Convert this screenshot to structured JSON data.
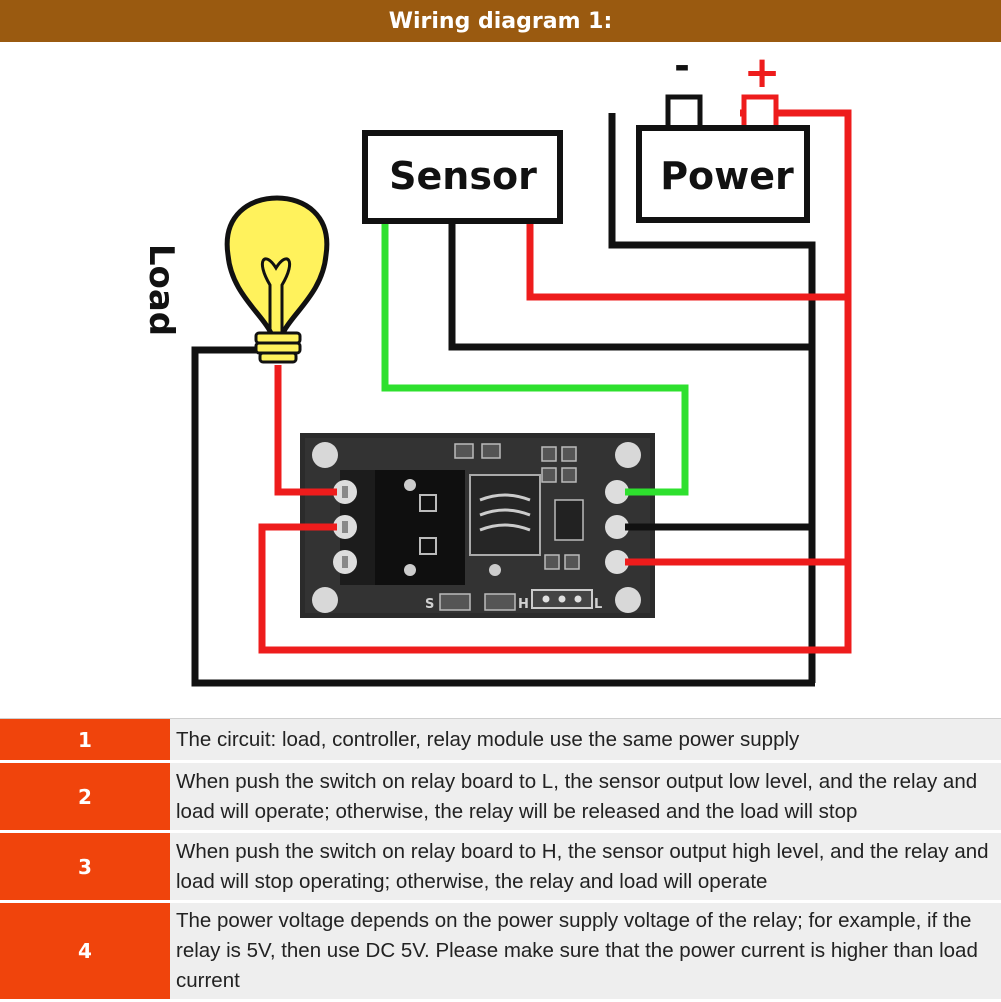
{
  "header": {
    "title": "Wiring diagram 1:"
  },
  "diagram": {
    "sensor_label": "Sensor",
    "power_label": "Power",
    "minus_sign": "-",
    "plus_sign": "+",
    "load_label": "Load",
    "board_silkscreen": {
      "left_switch": "S",
      "h_marker": "H",
      "l_marker": "L"
    },
    "wire_colors": {
      "positive": "#ee1c1c",
      "negative": "#111111",
      "signal": "#2ee02e"
    }
  },
  "notes": [
    {
      "num": "1",
      "text": "The circuit: load, controller, relay module use the same power supply"
    },
    {
      "num": "2",
      "text": "When push the switch on relay board to L, the sensor output low level, and the relay and load will operate; otherwise, the relay will be released and the load will stop"
    },
    {
      "num": "3",
      "text": "When push the switch on relay board to H, the sensor output high level, and the relay and load will stop operating; otherwise, the relay and load will operate"
    },
    {
      "num": "4",
      "text": "The power voltage depends on the power supply voltage of the relay; for example, if the relay is 5V, then  use DC 5V. Please make sure that the power current is higher than load current"
    }
  ]
}
